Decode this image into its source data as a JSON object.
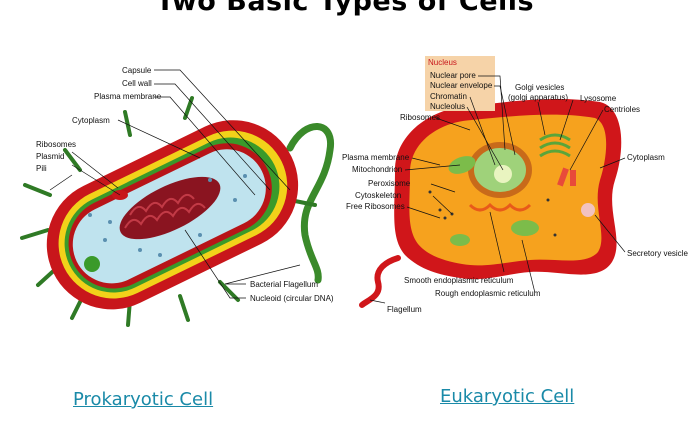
{
  "title": "Two Basic Types of Cells",
  "captions": {
    "prokaryotic": "Prokaryotic Cell",
    "eukaryotic": "Eukaryotic Cell"
  },
  "prokaryote_labels": {
    "capsule": "Capsule",
    "cell_wall": "Cell wall",
    "plasma_membrane": "Plasma membrane",
    "cytoplasm": "Cytoplasm",
    "ribosomes": "Ribosomes",
    "plasmid": "Plasmid",
    "pili": "Pili",
    "bacterial_flagellum": "Bacterial Flagellum",
    "nucleoid": "Nucleoid (circular DNA)"
  },
  "eukaryote_labels": {
    "nucleus": "Nucleus",
    "nuclear_pore": "Nuclear pore",
    "nuclear_envelope": "Nuclear envelope",
    "chromatin": "Chromatin",
    "nucleolus": "Nucleolus",
    "golgi_vesicles": "Golgi vesicles",
    "golgi_apparatus": "(golgi apparatus)",
    "lysosome": "Lysosome",
    "centrioles": "Centrioles",
    "ribosomes": "Ribosomes",
    "plasma_membrane": "Plasma membrane",
    "mitochondrion": "Mitochondrion",
    "peroxisome": "Peroxisome",
    "cytoskeleton": "Cytoskeleton",
    "free_ribosomes": "Free Ribosomes",
    "cytoplasm": "Cytoplasm",
    "secretory_vesicle": "Secretory vesicle",
    "smooth_er": "Smooth endoplasmic reticulum",
    "rough_er": "Rough endoplasmic reticulum",
    "flagellum": "Flagellum"
  },
  "colors": {
    "caption": "#1a8aa8",
    "capsule_red": "#c8161b",
    "cell_wall_yellow": "#f2d21a",
    "membrane_green": "#3a9a2a",
    "prokaryote_cytoplasm": "#bfe3ee",
    "nucleoid": "#8a1420",
    "eukaryote_membrane": "#d0161a",
    "eukaryote_cytoplasm": "#f6a21e",
    "nucleus_highlight": "#f6d3a8"
  }
}
